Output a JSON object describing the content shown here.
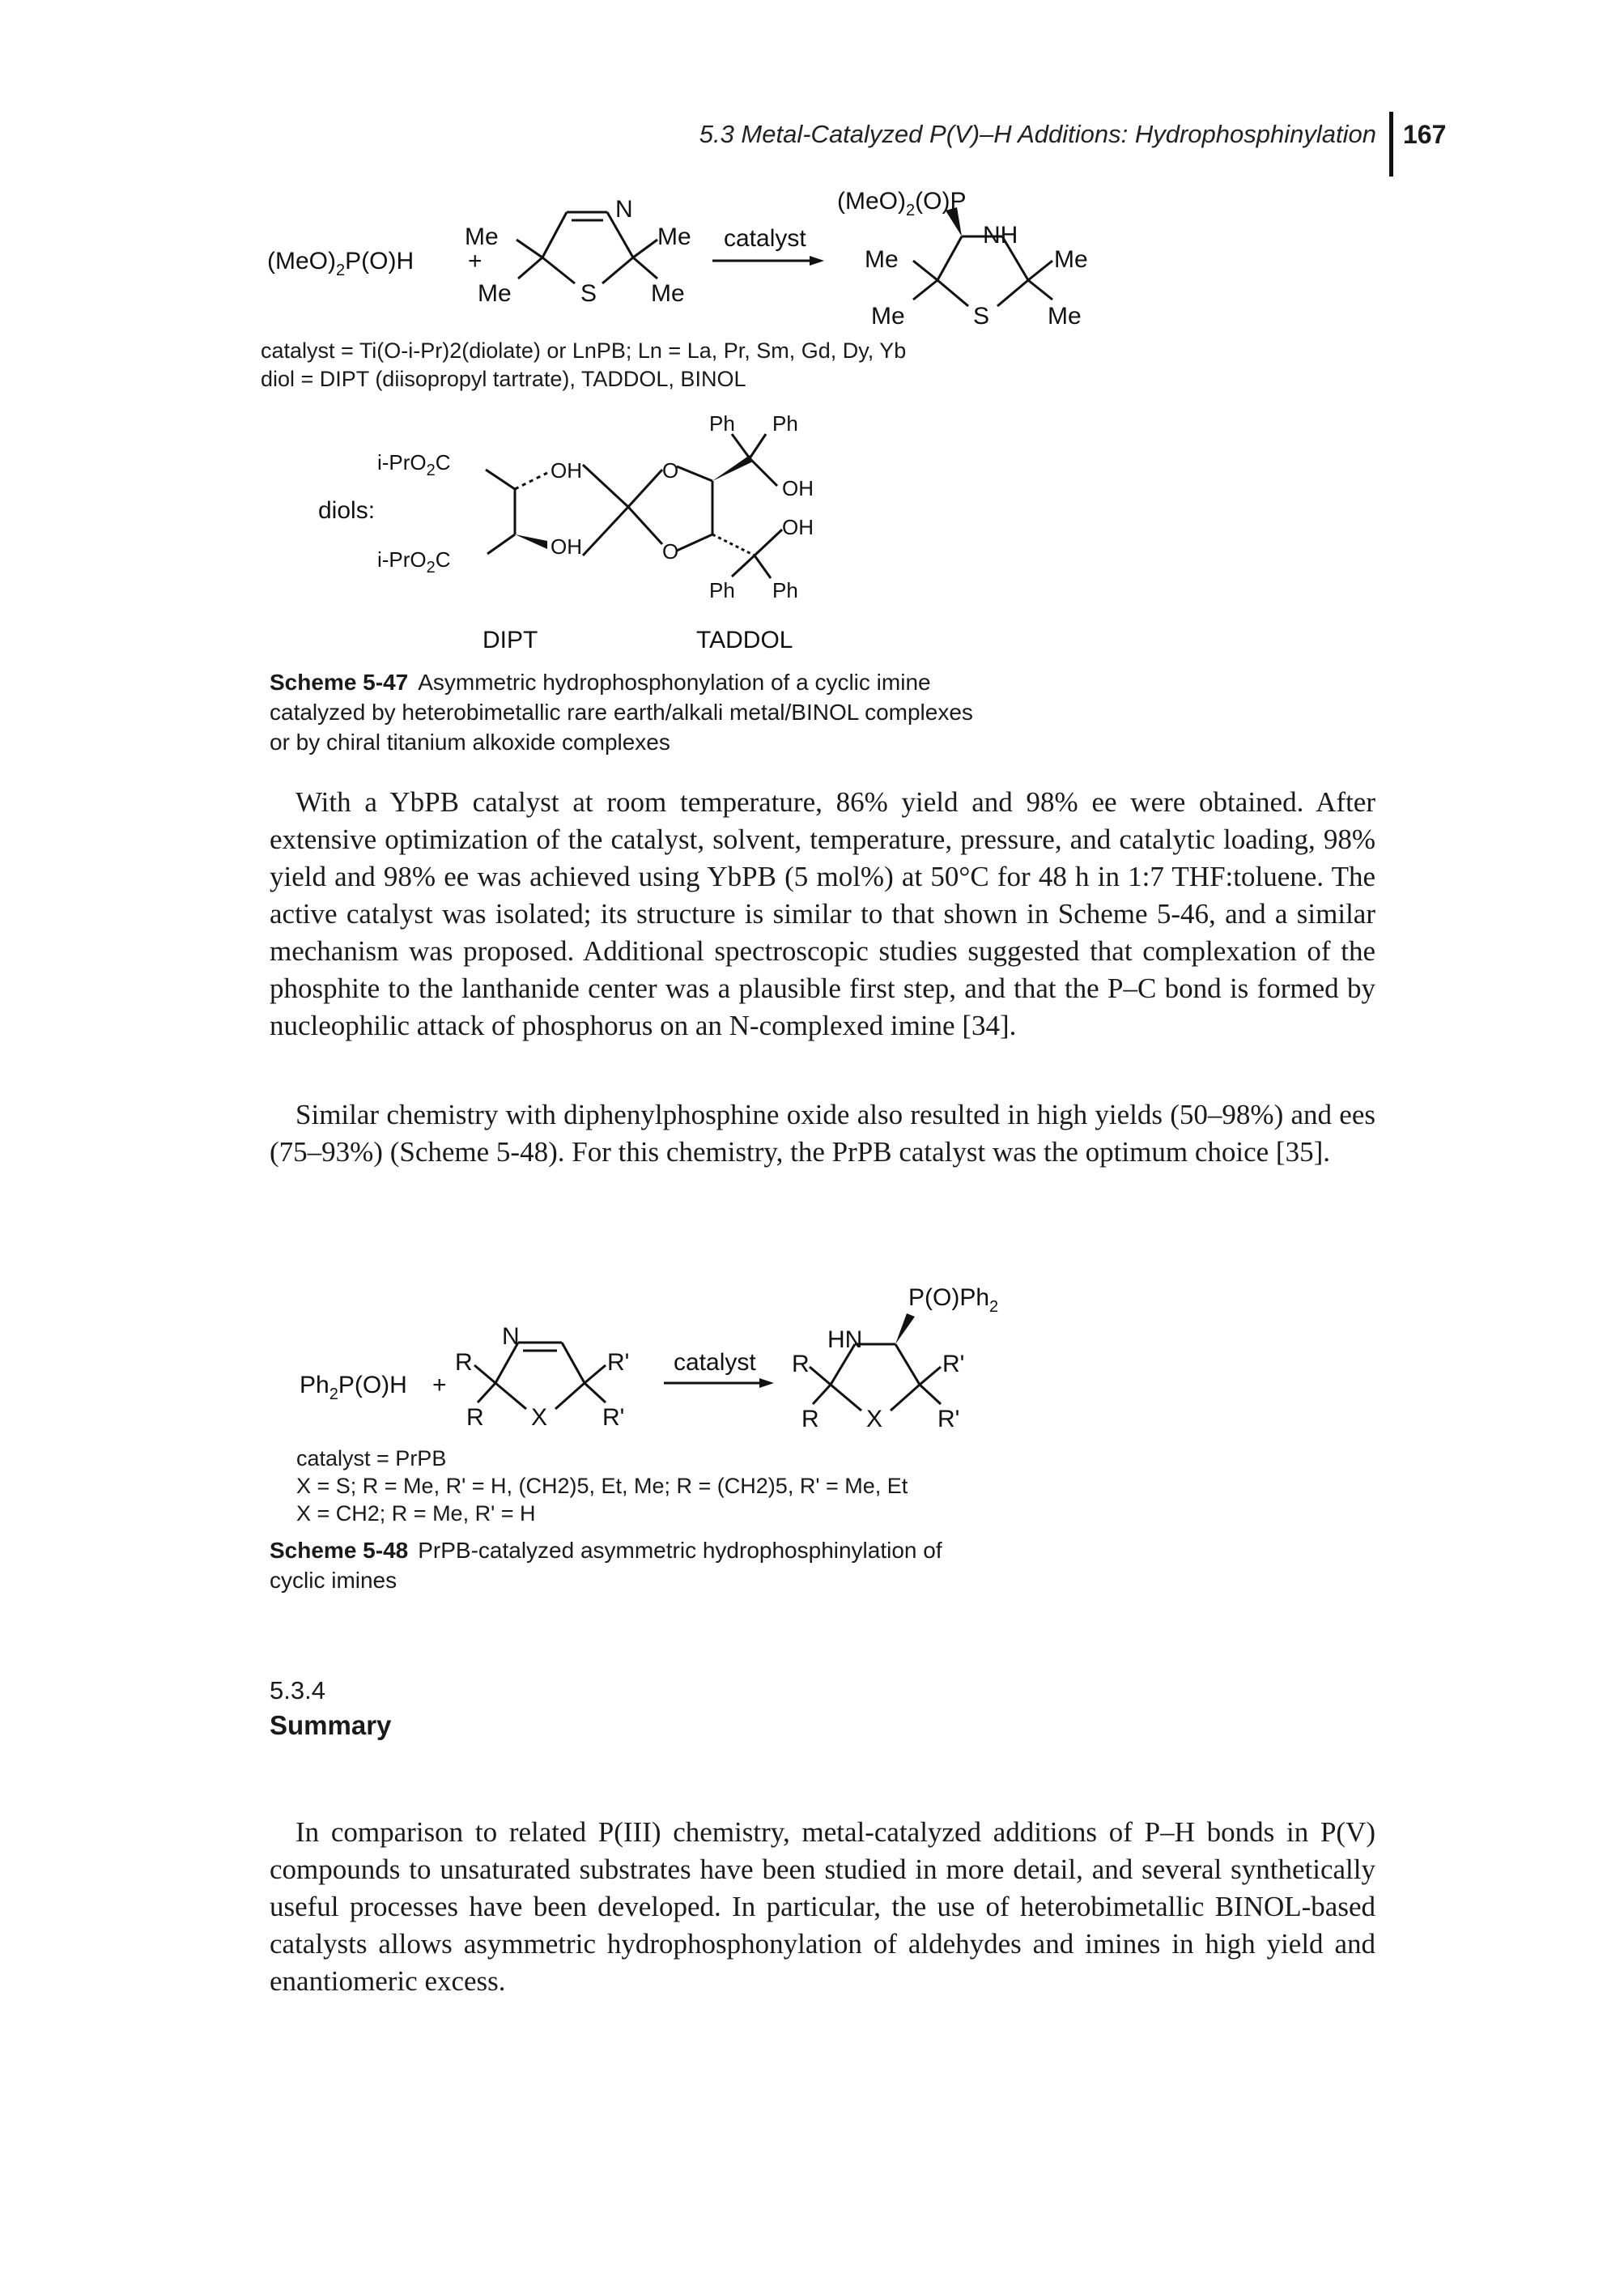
{
  "header": {
    "running_title": "5.3 Metal-Catalyzed P(V)–H Additions: Hydrophosphinylation",
    "page_number": "167"
  },
  "scheme47": {
    "reagent": "(MeO)",
    "reagent_tail": "P(O)H",
    "plus": "+",
    "arrow_label": "catalyst",
    "atoms": {
      "N": "N",
      "S": "S",
      "Me": "Me",
      "NH": "NH"
    },
    "product_top": "(MeO)",
    "product_top_tail": "(O)P",
    "note1": "catalyst = Ti(O-i-Pr)2(diolate) or LnPB; Ln = La, Pr, Sm, Gd, Dy, Yb",
    "note2": "diol = DIPT (diisopropyl tartrate), TADDOL, BINOL",
    "diols_label": "diols:",
    "dipt_labels": {
      "top_ester": "i-PrO",
      "bottom_ester": "i-PrO",
      "oh_top": "OH",
      "oh_bottom": "OH"
    },
    "taddol_labels": {
      "ph": "Ph",
      "o": "O",
      "oh": "OH"
    },
    "dipt_name": "DIPT",
    "taddol_name": "TADDOL",
    "caption_label": "Scheme 5-47",
    "caption_text": "Asymmetric hydrophosphonylation of a cyclic imine catalyzed by heterobimetallic rare earth/alkali metal/BINOL complexes or by chiral titanium alkoxide complexes"
  },
  "body": {
    "para1": "With a YbPB catalyst at room temperature, 86% yield and 98% ee were obtained. After extensive optimization of the catalyst, solvent, temperature, pressure, and catalytic loading, 98% yield and 98% ee was achieved using YbPB (5 mol%) at 50°C for 48 h in 1:7 THF:toluene. The active catalyst was isolated; its structure is similar to that shown in Scheme 5-46, and a similar mechanism was proposed. Additional spectroscopic studies suggested that complexation of the phosphite to the lanthanide center was a plausible first step, and that the P–C bond is formed by nucleophilic attack of phosphorus on an N-complexed imine [34].",
    "para2": "Similar chemistry with diphenylphosphine oxide also resulted in high yields (50–98%) and ees (75–93%) (Scheme 5-48). For this chemistry, the PrPB catalyst was the optimum choice [35].",
    "para3": "In comparison to related P(III) chemistry, metal-catalyzed additions of P–H bonds in P(V) compounds to unsaturated substrates have been studied in more detail, and several synthetically useful processes have been developed. In particular, the use of heterobimetallic BINOL-based catalysts allows asymmetric hydrophosphonylation of aldehydes and imines in high yield and enantiomeric excess."
  },
  "scheme48": {
    "reagent": "Ph",
    "reagent_tail": "P(O)H",
    "plus": "+",
    "arrow_label": "catalyst",
    "atoms": {
      "N": "N",
      "X": "X",
      "R": "R",
      "R2": "R'",
      "HN": "HN"
    },
    "product_top": "P(O)Ph",
    "note1": "catalyst = PrPB",
    "note2": "X = S; R = Me, R' = H, (CH2)5, Et, Me; R = (CH2)5, R' = Me, Et",
    "note3": "X = CH2; R = Me, R' = H",
    "caption_label": "Scheme 5-48",
    "caption_text": "PrPB-catalyzed asymmetric hydrophosphinylation of cyclic imines"
  },
  "section": {
    "number": "5.3.4",
    "title": "Summary"
  }
}
